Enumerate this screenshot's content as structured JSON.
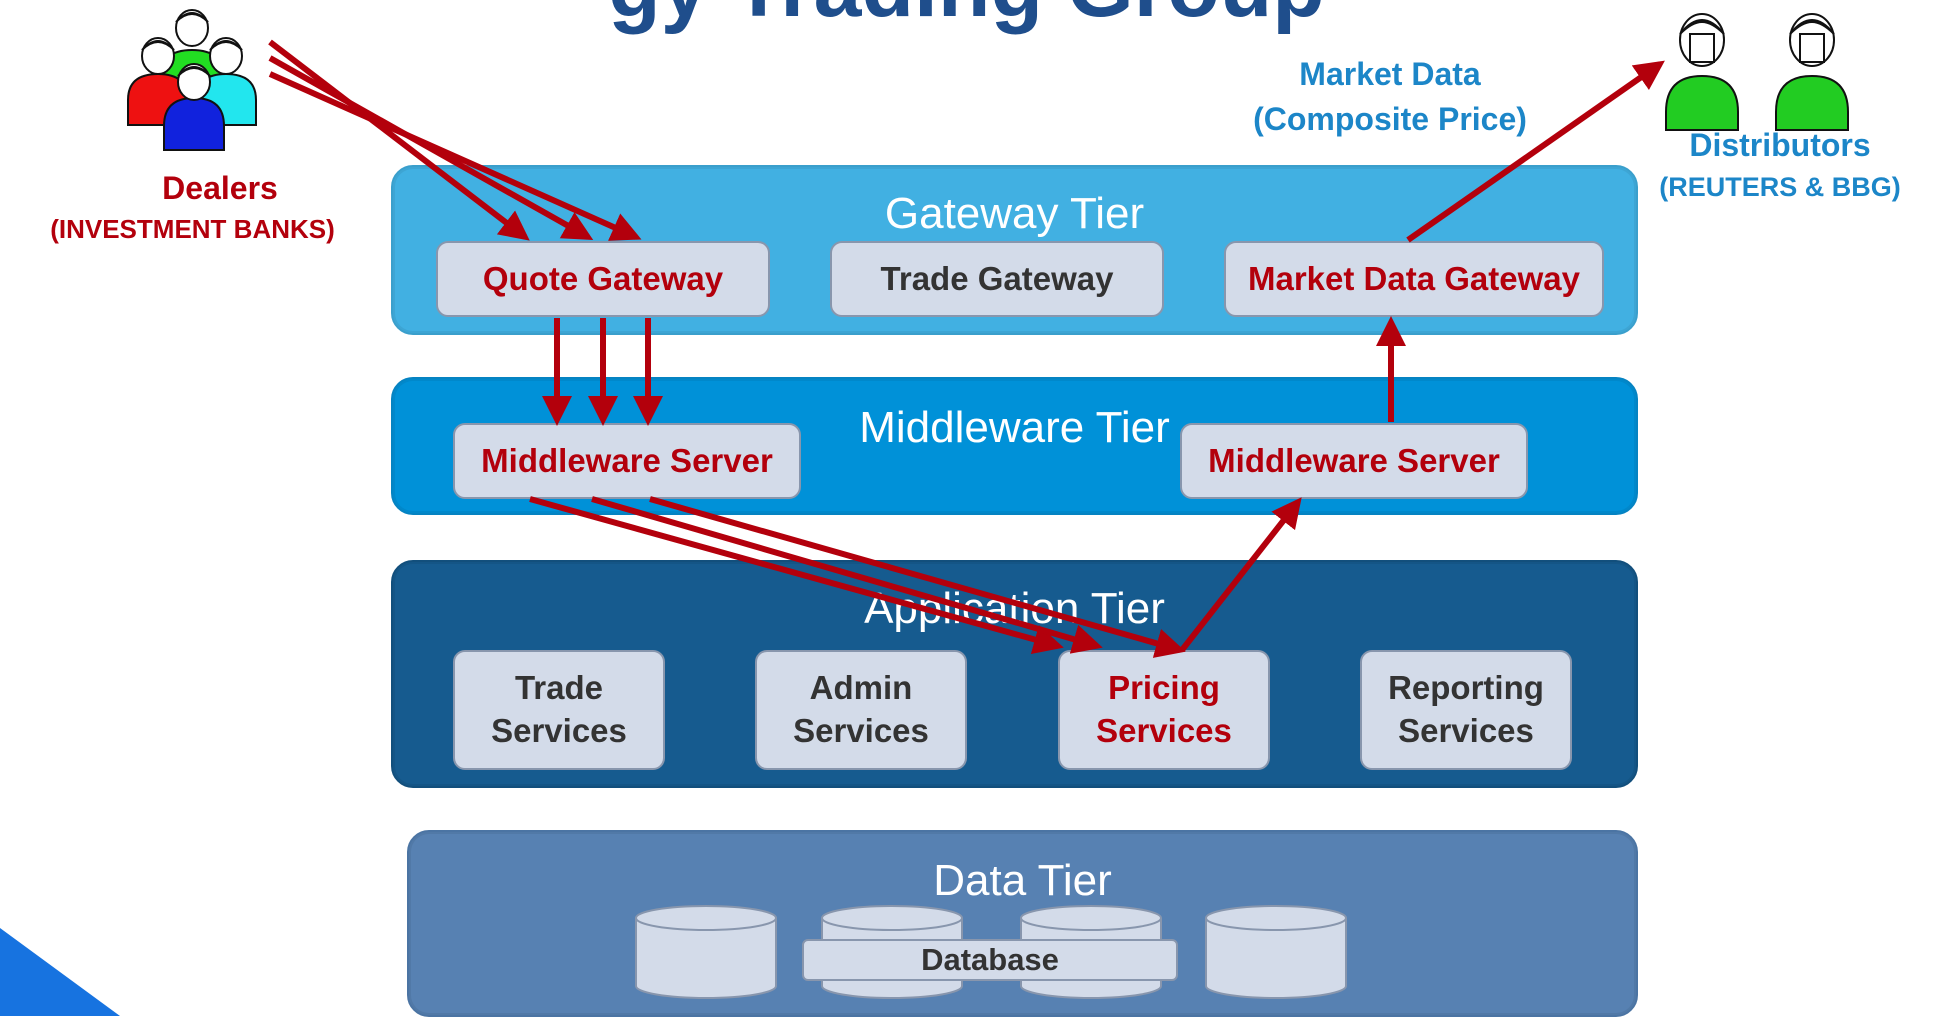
{
  "header": {
    "title_fragment": "gy Trading Group"
  },
  "actors": {
    "dealers": {
      "name": "Dealers",
      "sub": "(INVESTMENT BANKS)"
    },
    "distributors": {
      "name": "Distributors",
      "sub": "(REUTERS & BBG)"
    },
    "market_data": {
      "line1": "Market Data",
      "line2": "(Composite Price)"
    }
  },
  "tiers": {
    "gateway": {
      "label": "Gateway Tier",
      "boxes": {
        "quote": "Quote Gateway",
        "trade": "Trade Gateway",
        "market_data": "Market Data Gateway"
      }
    },
    "middleware": {
      "label": "Middleware Tier",
      "boxes": {
        "left": "Middleware Server",
        "right": "Middleware Server"
      }
    },
    "application": {
      "label": "Application Tier",
      "boxes": {
        "trade": "Trade\nServices",
        "admin": "Admin\nServices",
        "pricing": "Pricing\nServices",
        "reporting": "Reporting\nServices"
      }
    },
    "data": {
      "label": "Data Tier",
      "database": "Database"
    }
  },
  "colors": {
    "arrow": "#b3000c",
    "gateway_tier": "#41b0e2",
    "middleware_tier": "#0091d8",
    "application_tier": "#165b8f",
    "data_tier": "#5781b2",
    "box_fill": "#d3dbe9"
  },
  "icons": [
    "people-group-icon",
    "person-icon",
    "database-cylinder-icon"
  ]
}
